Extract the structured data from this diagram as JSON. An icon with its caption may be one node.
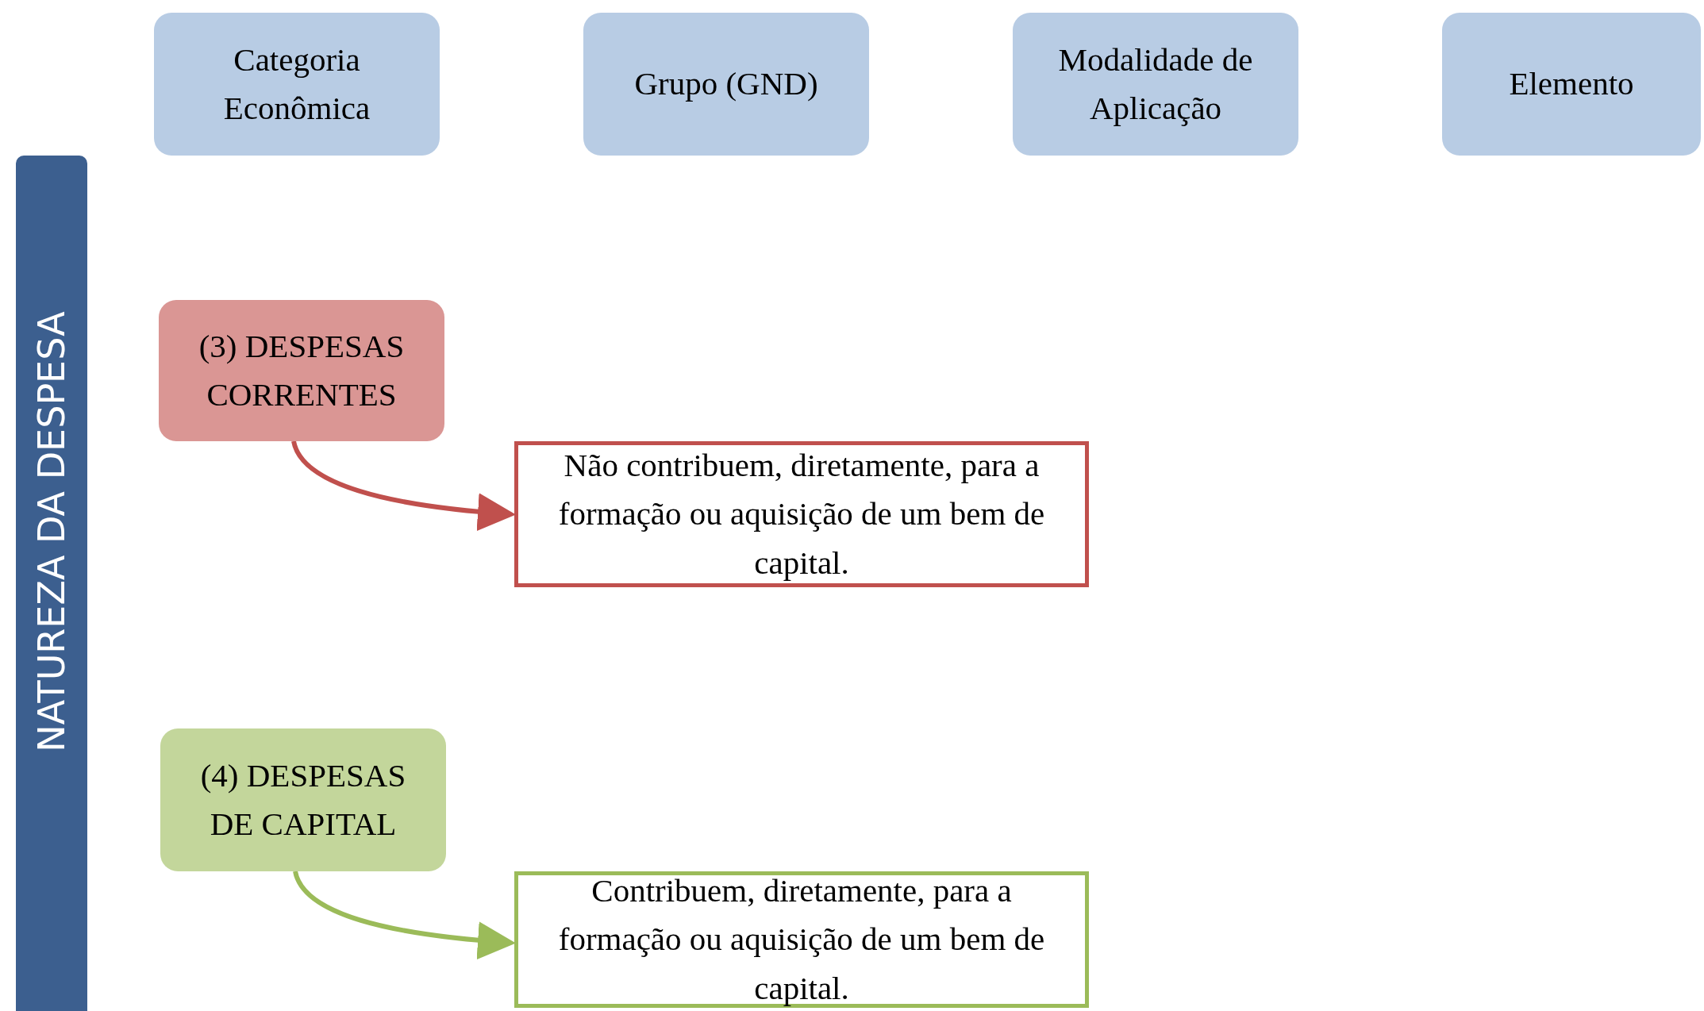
{
  "diagram": {
    "nodes": [
      {
        "text": [
          "NATUREZA DA DESPESA"
        ]
      },
      {
        "text": [
          "Categoria Econômica"
        ]
      },
      {
        "text": [
          "Grupo (GND)"
        ]
      },
      {
        "text": [
          "Modalidade de Aplicação"
        ]
      },
      {
        "text": [
          "Elemento"
        ]
      },
      {
        "text": [
          "(3) DESPESAS CORRENTES"
        ]
      },
      {
        "text": [
          "Não contribuem, diretamente, para a formação ou aquisição de um bem de capital."
        ]
      },
      {
        "text": [
          "(4) DESPESAS DE CAPITAL"
        ]
      },
      {
        "text": [
          "Contribuem, diretamente, para a formação ou aquisição de um bem de capital."
        ]
      }
    ],
    "edges": [
      {
        "from": 5,
        "to": 6,
        "arrow": "to",
        "color": "#c0504d"
      },
      {
        "from": 7,
        "to": 8,
        "arrow": "to",
        "color": "#9bbb59"
      }
    ]
  }
}
